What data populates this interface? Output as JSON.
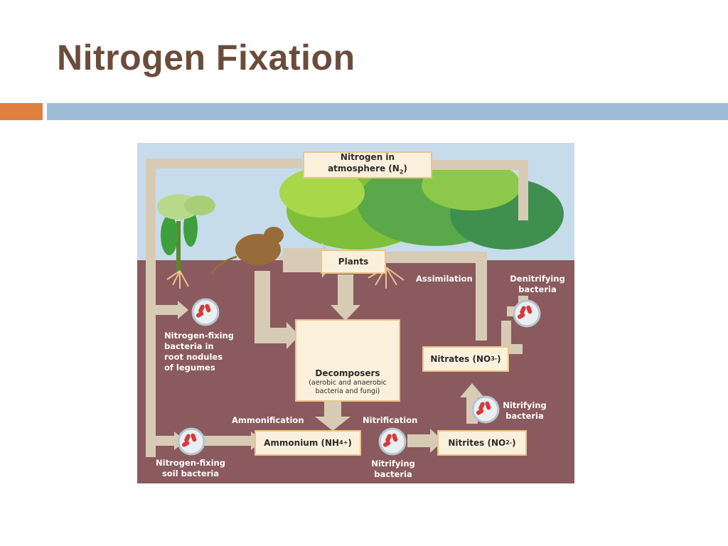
{
  "slide": {
    "title": "Nitrogen Fixation"
  },
  "diagram": {
    "atmosphere_box": {
      "line1": "Nitrogen in",
      "line2_pre": "atmosphere (N",
      "line2_sub": "2",
      "line2_post": ")"
    },
    "plants_box": "Plants",
    "decomposers_box": {
      "title": "Decomposers",
      "line1": "(aerobic and anaerobic",
      "line2": "bacteria and fungi)"
    },
    "ammonium_box": {
      "pre": "Ammonium (NH",
      "sub": "4",
      "sup": "+",
      "post": ")"
    },
    "nitrites_box": {
      "pre": "Nitrites (NO",
      "sub": "2",
      "sup": "-",
      "post": ")"
    },
    "nitrates_box": {
      "pre": "Nitrates (NO",
      "sub": "3",
      "sup": "-",
      "post": ")"
    },
    "labels": {
      "assimilation": "Assimilation",
      "denitrifying_1": "Denitrifying",
      "denitrifying_2": "bacteria",
      "nfix_nodule_1": "Nitrogen-fixing",
      "nfix_nodule_2": "bacteria in",
      "nfix_nodule_3": "root nodules",
      "nfix_nodule_4": "of legumes",
      "ammonification": "Ammonification",
      "nitrification": "Nitrification",
      "nitrifying_bottom_1": "Nitrifying",
      "nitrifying_bottom_2": "bacteria",
      "nitrifying_right_1": "Nitrifying",
      "nitrifying_right_2": "bacteria",
      "nfix_soil_1": "Nitrogen-fixing",
      "nfix_soil_2": "soil bacteria"
    },
    "colors": {
      "sky": "#c6dcea",
      "soil": "#8a5a5e",
      "arrow": "#d8cbb6",
      "box_fill": "#fbf0dc",
      "box_border": "#e9c48c",
      "bacteria": "#d63a3a"
    }
  }
}
